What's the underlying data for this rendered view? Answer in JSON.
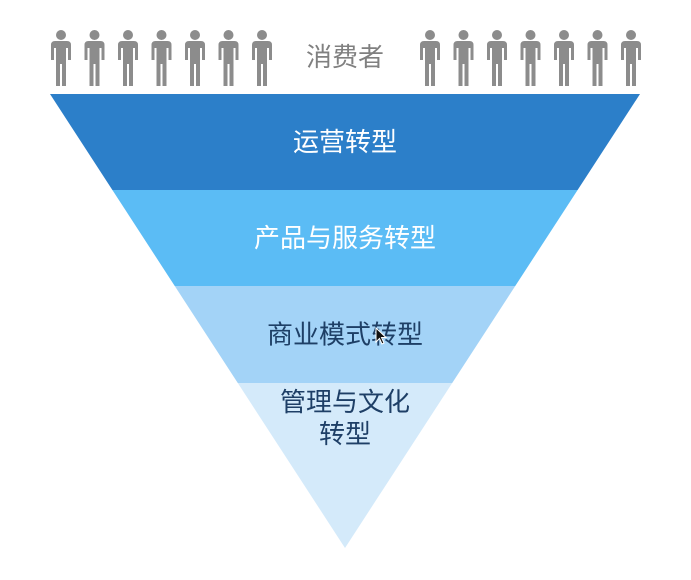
{
  "consumer_label": "消费者",
  "people": {
    "left_count": 7,
    "right_count": 7,
    "icon": "person-icon",
    "color": "#8c8c8c"
  },
  "layers": [
    {
      "lines": [
        "运营转型"
      ],
      "fill": "#2c7fc9",
      "text_color": "#ffffff"
    },
    {
      "lines": [
        "产品与服务转型"
      ],
      "fill": "#5bbcf5",
      "text_color": "#ffffff"
    },
    {
      "lines": [
        "商业模式转型"
      ],
      "fill": "#a3d3f7",
      "text_color": "#1e3f66"
    },
    {
      "lines": [
        "管理与文化",
        "转型"
      ],
      "fill": "#d4eafa",
      "text_color": "#1e3f66"
    }
  ],
  "cursor": {
    "icon": "mouse-cursor-icon"
  }
}
